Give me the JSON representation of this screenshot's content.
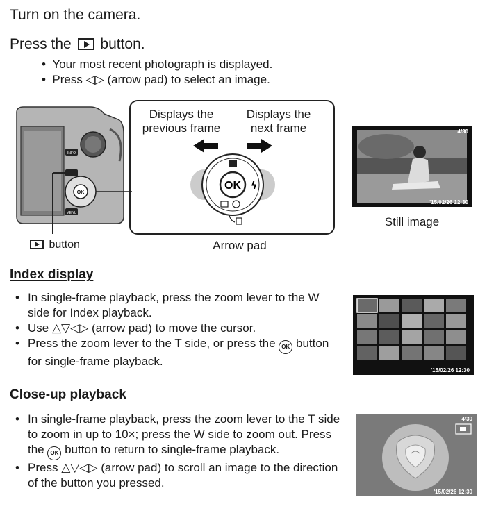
{
  "step1": "Turn on the camera.",
  "step2": {
    "before": "Press the",
    "after": "button."
  },
  "step2_bullets": [
    "Your most recent photograph is displayed.",
    {
      "before": "Press ",
      "arrows": "◁▷",
      "after": " (arrow pad) to select an image."
    }
  ],
  "figure": {
    "prev_label_1": "Displays the",
    "prev_label_2": "previous frame",
    "next_label_1": "Displays the",
    "next_label_2": "next frame",
    "ok": "OK",
    "info": "INFO",
    "menu": "MENU",
    "button_caption": "button",
    "arrow_pad_caption": "Arrow pad",
    "still_caption": "Still image",
    "still_counter": "4/30",
    "still_datetime": "'15/02/26  12:30"
  },
  "index": {
    "title": "Index display",
    "bullets": [
      "In single-frame playback, press the zoom lever to the W side for Index playback.",
      {
        "before": "Use ",
        "arrows": "△▽◁▷",
        "after": " (arrow pad) to move the cursor."
      },
      {
        "before": "Press the zoom lever to the T side, or press the ",
        "ok": "OK",
        "after": " button for single-frame playback."
      }
    ],
    "datetime": "'15/02/26  12:30"
  },
  "closeup": {
    "title": "Close-up playback",
    "bullets": [
      {
        "before": "In single-frame playback, press the zoom lever to the T side to zoom in up to 10×; press the W side to zoom out. Press the ",
        "ok": "OK",
        "after": " button to return to single-frame playback."
      },
      {
        "before": "Press ",
        "arrows": "△▽◁▷",
        "after": " (arrow pad) to scroll an image to the direction of the button you pressed."
      }
    ],
    "counter": "4/30",
    "datetime": "'15/02/26  12:30"
  },
  "colors": {
    "text": "#1a1a1a",
    "dark_panel": "#111111",
    "arrow_pad_bg": "#cccccc"
  }
}
